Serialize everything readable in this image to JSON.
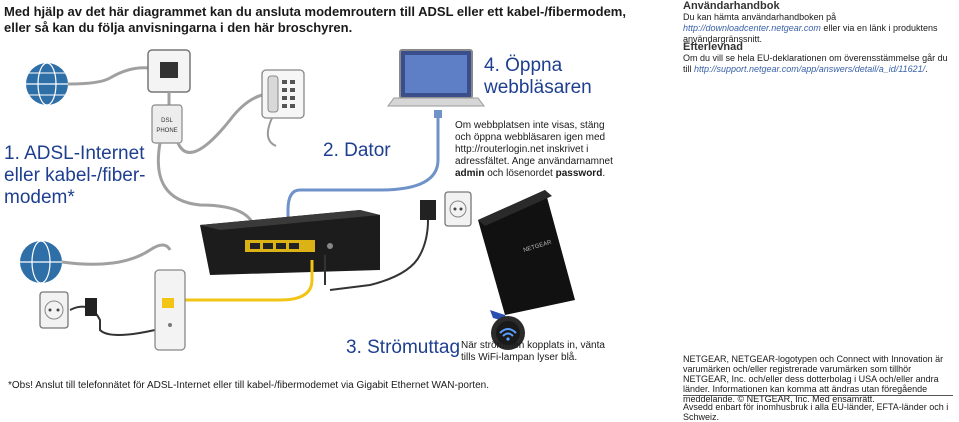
{
  "intro_text": "Med hjälp av det här diagrammet kan du ansluta modemroutern till ADSL eller ett kabel-/fibermodem, eller så kan du följa anvisningarna i den här broschyren.",
  "steps": {
    "step1": "1. ADSL-Internet eller kabel-/fiber-modem*",
    "step2": "2. Dator",
    "step3": "3. Strömuttag",
    "step4": "4. Öppna webbläsaren"
  },
  "step4_note": {
    "part1": "Om webbplatsen inte visas, stäng och öppna webbläsaren igen med http://routerlogin.net inskrivet i adressfältet. Ange användarnamnet ",
    "user": "admin",
    "part2": " och lösenordet ",
    "pass": "password",
    "part3": "."
  },
  "step3_note": "När strömmen kopplats in, vänta tills WiFi-lampan lyser blå.",
  "footnote": "*Obs! Anslut till telefonnätet för ADSL-Internet eller till kabel-/fibermodemet via Gigabit Ethernet WAN-porten.",
  "manual": {
    "title": "Användarhandbok",
    "text1": "Du kan hämta användarhandboken på ",
    "link": "http://downloadcenter.netgear.com",
    "text2": " eller via en länk i produktens användargränssnitt."
  },
  "compliance": {
    "title": "Efterlevnad",
    "text1": "Om du vill se hela EU-deklarationen om överensstämmelse går du till ",
    "link": "http://support.netgear.com/app/answers/detail/a_id/11621/",
    "text2": "."
  },
  "legal_text": "NETGEAR, NETGEAR-logotypen och Connect with Innovation är varumärken och/eller registrerade varumärken som tillhör NETGEAR, Inc. och/eller dess dotterbolag i USA och/eller andra länder. Informationen kan komma att ändras utan föregående meddelande. © NETGEAR, Inc. Med ensamrätt.",
  "eu_notice": "Avsedd enbart för inomhusbruk i alla EU-länder, EFTA-länder och i Schweiz.",
  "router_brand": "NETGEAR",
  "colors": {
    "step_blue": "#1e3f8f",
    "cable_blue": "#6f93c8",
    "cable_yellow": "#f2c416",
    "cable_gray": "#a0a0a0",
    "wifi_blue": "#2a4fb0"
  }
}
